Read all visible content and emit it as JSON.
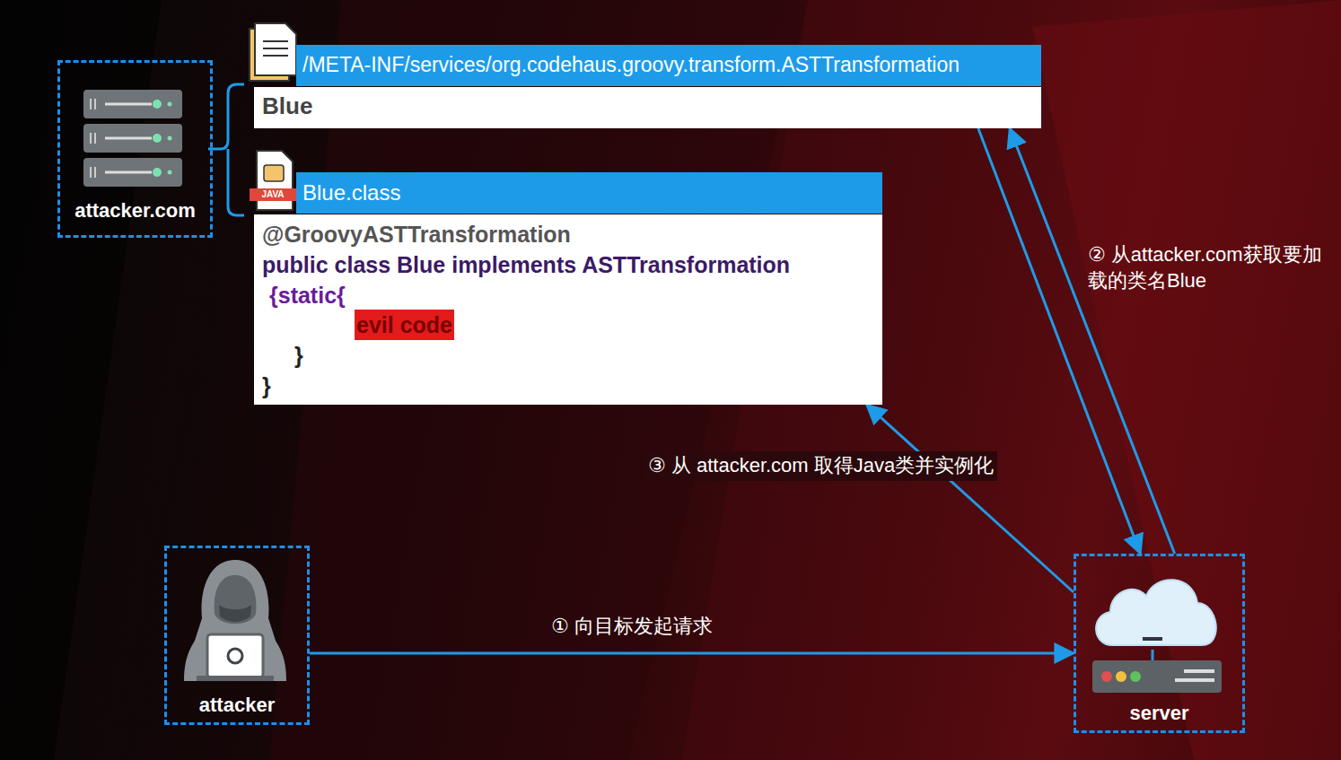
{
  "diagram": {
    "nodes": [
      {
        "text": [
          "attacker.com"
        ]
      },
      {
        "text": [
          "/META-INF/services/org.codehaus.groovy.transform.ASTTransformation",
          "Blue"
        ]
      },
      {
        "text": [
          "Blue.class",
          "@GroovyASTTransformation",
          "public class Blue implements ASTTransformation",
          "{static{",
          "evil code",
          "}",
          "}"
        ]
      },
      {
        "text": [
          "attacker"
        ]
      },
      {
        "text": [
          "server"
        ]
      }
    ],
    "edges": [
      {
        "from": 3,
        "to": 4,
        "label": "① 向目标发起请求",
        "arrow": "to"
      },
      {
        "from": 4,
        "to": 1,
        "label": "② 从attacker.com获取要加载的类名Blue",
        "arrow": "to"
      },
      {
        "from": 1,
        "to": 4,
        "arrow": "to"
      },
      {
        "from": 4,
        "to": 2,
        "label": "③ 从 attacker.com 取得Java类并实例化",
        "arrow": "to"
      }
    ],
    "labels": [
      "JAVA"
    ]
  }
}
